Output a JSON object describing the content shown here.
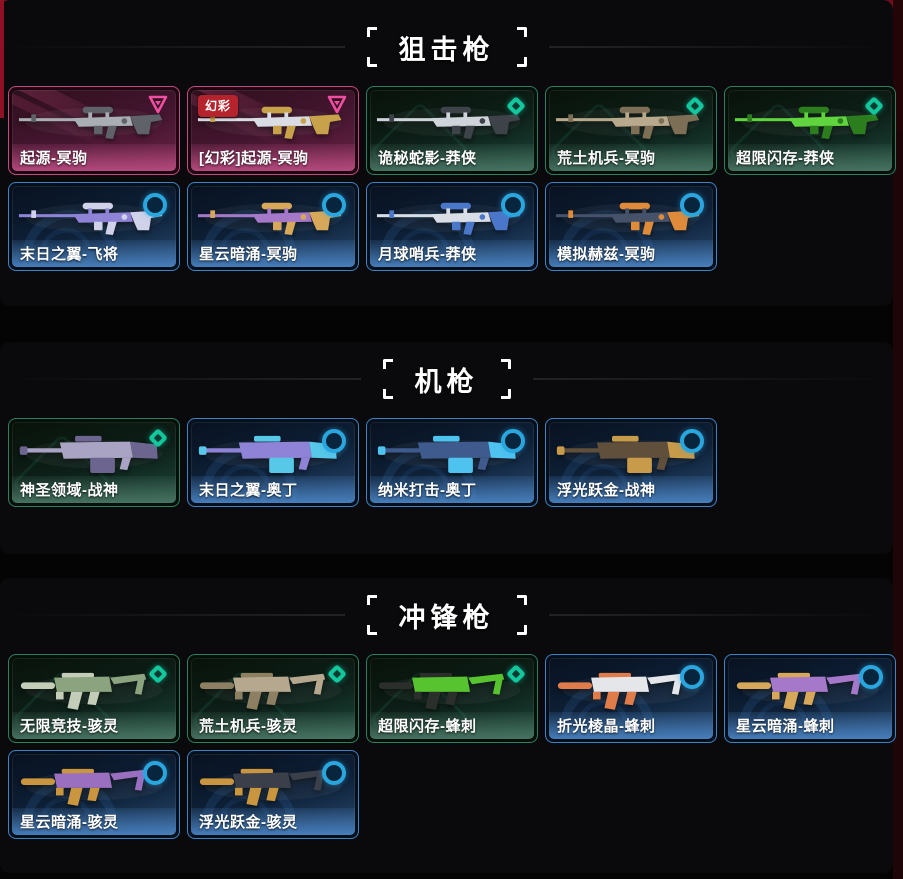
{
  "page": {
    "background": "#050404",
    "accent_red": "#c01330"
  },
  "tier_colors": {
    "triangle": "#ee4fa0",
    "diamond": "#14c69e",
    "ring": "#2aa6de"
  },
  "badge_color": "#b5232d",
  "sections": [
    {
      "title": "狙击枪",
      "rows": [
        [
          {
            "label": "起源-冥驹",
            "theme": "pink",
            "tier": "triangle",
            "weapon": {
              "type": "sniper",
              "color": "#a9adb4",
              "accent": "#5f6268"
            }
          },
          {
            "label": "[幻彩]起源-冥驹",
            "theme": "pink",
            "tier": "triangle",
            "badge": "幻彩",
            "weapon": {
              "type": "sniper",
              "color": "#d9dce2",
              "accent": "#c8a24a"
            }
          },
          {
            "label": "诡秘蛇影-莽侠",
            "theme": "green",
            "tier": "diamond",
            "weapon": {
              "type": "sniper",
              "color": "#cfd4da",
              "accent": "#3d4348"
            }
          },
          {
            "label": "荒土机兵-冥驹",
            "theme": "green",
            "tier": "diamond",
            "weapon": {
              "type": "sniper",
              "color": "#b9a98c",
              "accent": "#7d6f55"
            }
          },
          {
            "label": "超限闪存-莽侠",
            "theme": "green",
            "tier": "diamond",
            "weapon": {
              "type": "sniper",
              "color": "#5fd43e",
              "accent": "#2c7d1e"
            }
          }
        ],
        [
          {
            "label": "末日之翼-飞将",
            "theme": "blue",
            "tier": "ring",
            "weapon": {
              "type": "sniper",
              "color": "#8f83d8",
              "accent": "#cfd2e8"
            }
          },
          {
            "label": "星云暗涌-冥驹",
            "theme": "blue",
            "tier": "ring",
            "weapon": {
              "type": "sniper",
              "color": "#a678c9",
              "accent": "#d8a85a"
            }
          },
          {
            "label": "月球哨兵-莽侠",
            "theme": "blue",
            "tier": "ring",
            "weapon": {
              "type": "sniper",
              "color": "#d8dde6",
              "accent": "#4a77c9"
            }
          },
          {
            "label": "模拟赫兹-冥驹",
            "theme": "blue",
            "tier": "ring",
            "weapon": {
              "type": "sniper",
              "color": "#46516a",
              "accent": "#e08b3a"
            }
          }
        ]
      ]
    },
    {
      "title": "机枪",
      "rows": [
        [
          {
            "label": "神圣领域-战神",
            "theme": "green",
            "tier": "diamond",
            "weapon": {
              "type": "mg",
              "color": "#a9a4c4",
              "accent": "#6b6590"
            }
          },
          {
            "label": "末日之翼-奥丁",
            "theme": "blue",
            "tier": "ring",
            "weapon": {
              "type": "mg",
              "color": "#8f83d8",
              "accent": "#58c8e8"
            }
          },
          {
            "label": "纳米打击-奥丁",
            "theme": "blue",
            "tier": "ring",
            "weapon": {
              "type": "mg",
              "color": "#3f5a8c",
              "accent": "#4fc3f0"
            }
          },
          {
            "label": "浮光跃金-战神",
            "theme": "blue",
            "tier": "ring",
            "weapon": {
              "type": "mg",
              "color": "#5f4f3b",
              "accent": "#c89b4a"
            }
          }
        ]
      ]
    },
    {
      "title": "冲锋枪",
      "rows": [
        [
          {
            "label": "无限竞技-骇灵",
            "theme": "green",
            "tier": "diamond",
            "weapon": {
              "type": "smg",
              "color": "#8ba37e",
              "accent": "#c3cdb7"
            }
          },
          {
            "label": "荒土机兵-骇灵",
            "theme": "green",
            "tier": "diamond",
            "weapon": {
              "type": "smg",
              "color": "#b5a88e",
              "accent": "#8c7f62"
            }
          },
          {
            "label": "超限闪存-蜂刺",
            "theme": "green",
            "tier": "diamond",
            "weapon": {
              "type": "smg",
              "color": "#56c32f",
              "accent": "#2b2f2b"
            }
          },
          {
            "label": "折光棱晶-蜂刺",
            "theme": "blue",
            "tier": "ring",
            "weapon": {
              "type": "smg",
              "color": "#e4e6ea",
              "accent": "#e07b4a"
            }
          },
          {
            "label": "星云暗涌-蜂刺",
            "theme": "blue",
            "tier": "ring",
            "weapon": {
              "type": "smg",
              "color": "#a678c9",
              "accent": "#d8a85a"
            }
          }
        ],
        [
          {
            "label": "星云暗涌-骇灵",
            "theme": "blue",
            "tier": "ring",
            "weapon": {
              "type": "smg",
              "color": "#9a6fc0",
              "accent": "#c9963f"
            }
          },
          {
            "label": "浮光跃金-骇灵",
            "theme": "blue",
            "tier": "ring",
            "weapon": {
              "type": "smg",
              "color": "#3a3f4a",
              "accent": "#c9963f"
            }
          }
        ]
      ]
    }
  ]
}
